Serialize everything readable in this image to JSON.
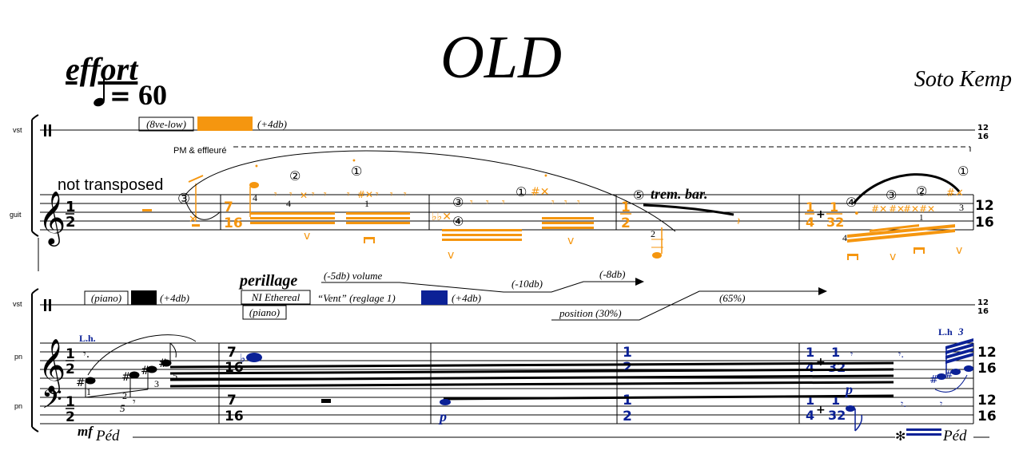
{
  "title": "OLD",
  "composer": "Soto Kemp",
  "tempo": {
    "word": "effort",
    "value": "60"
  },
  "colors": {
    "orange": "#f5960f",
    "blue": "#0b2196",
    "black": "#000000",
    "gray": "#888888"
  },
  "staff_labels": {
    "vst": "vst",
    "guit": "guit",
    "pn": "pn"
  },
  "system1": {
    "vst_boxes": {
      "octave": "(8ve-low)",
      "gain": "(+4db)"
    },
    "pm_text": "PM & effleuré",
    "not_transposed": "not transposed",
    "trem_bar": "trem. bar.",
    "time_signatures": [
      "1/2",
      "7/16",
      "1/2",
      "1/4 + 1/32",
      "12/16"
    ],
    "fingerings": [
      "4",
      "4",
      "1",
      "1",
      "2",
      "3",
      "4"
    ],
    "string_numbers": [
      "③",
      "②",
      "①",
      "③",
      "④",
      "①",
      "⑤",
      "④",
      "③",
      "②",
      "①"
    ]
  },
  "system2": {
    "vst_piano": "(piano)",
    "vst_gain": "(+4db)",
    "perillage": "perillage",
    "ni_ethereal": "NI Ethereal",
    "piano_box2": "(piano)",
    "vent": "“Vent” (reglage 1)",
    "gain2": "(+4db)",
    "volume": "(-5db) volume",
    "minus10": "(-10db)",
    "minus8": "(-8db)",
    "position": "position (30%)",
    "percent65": "(65%)",
    "lh1": "L.h.",
    "lh2": "L.h",
    "tuplet3": "3",
    "tuplet5": "5",
    "dynamic_mf": "mf",
    "dynamic_p": "p",
    "ped": "Péd",
    "fingerings": [
      "1",
      "2",
      "3",
      "5"
    ],
    "time_signatures": [
      "1/2",
      "7/16",
      "1/2",
      "1/4 + 1/32",
      "12/16"
    ]
  }
}
